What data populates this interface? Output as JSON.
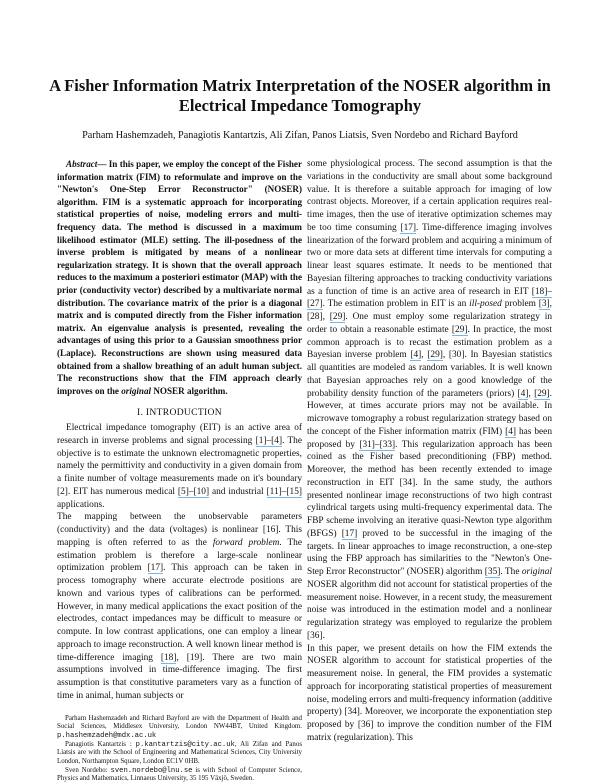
{
  "title": "A Fisher Information Matrix Interpretation of the NOSER algorithm in Electrical Impedance Tomography",
  "authors": "Parham Hashemzadeh, Panagiotis Kantartzis, Ali Zifan, Panos Liatsis, Sven Nordebo and Richard Bayford",
  "abstract": {
    "lead": "Abstract",
    "text": "— In this paper, we employ the concept of the Fisher information matrix (FIM) to reformulate and improve on the \"Newton's One-Step Error Reconstructor\" (NOSER) algorithm. FIM is a systematic approach for incorporating statistical properties of noise, modeling errors and multi-frequency data. The method is discussed in a maximum likelihood estimator (MLE) setting. The ill-posedness of the inverse problem is mitigated by means of a nonlinear regularization strategy. It is shown that the overall approach reduces to the maximum a posteriori estimator (MAP) with the prior (conductivity vector) described by a multivariate normal distribution. The covariance matrix of the prior is a diagonal matrix and is computed directly from the Fisher information matrix. An eigenvalue analysis is presented, revealing the advantages of using this prior to a Gaussian smoothness prior (Laplace). Reconstructions are shown using measured data obtained from a shallow breathing of an adult human subject. The reconstructions show that the FIM approach clearly improves on the ",
    "italic": "original",
    "tail": " NOSER algorithm."
  },
  "section_heading": "I. INTRODUCTION",
  "left_paragraphs": [
    {
      "indent": true,
      "segs": [
        {
          "t": "Electrical impedance tomography (EIT) is an active area of research in inverse problems and signal processing "
        },
        {
          "r": "[1]–[4]"
        },
        {
          "t": ". The objective is to estimate the unknown electromagnetic properties, namely the permittivity and conductivity in a given domain from a finite number of voltage measurements made on it's boundary [2]. EIT has numerous medical "
        },
        {
          "r": "[5]–[10]"
        },
        {
          "t": " and industrial "
        },
        {
          "r": "[11]–[15]"
        },
        {
          "t": " applications."
        }
      ]
    },
    {
      "indent": false,
      "segs": [
        {
          "t": "The mapping between the unobservable parameters (conductivity) and the data (voltages) is nonlinear [16]. This mapping is often referred to as the "
        },
        {
          "i": "forward problem"
        },
        {
          "t": ". The estimation problem is therefore a large-scale nonlinear optimization problem "
        },
        {
          "r": "[17]"
        },
        {
          "t": ". This approach can be taken in process tomography where accurate electrode positions are known and various types of calibrations can be performed. However, in many medical applications the exact position of the electrodes, contact impedances may be difficult to measure or compute. In low contrast applications, one can employ a linear approach to image reconstruction. A well known linear method is time-difference imaging "
        },
        {
          "r": "[18]"
        },
        {
          "t": ", [19]. There are two main assumptions involved in time-difference imaging. The first assumption is that constitutive parameters vary as a function of time in animal, human subjects or"
        }
      ]
    }
  ],
  "right_paragraphs": [
    {
      "indent": false,
      "segs": [
        {
          "t": "some physiological process. The second assumption is that the variations in the conductivity are small about some background value. It is therefore a suitable approach for imaging of low contrast objects. Moreover, if a certain application requires real-time images, then the use of iterative optimization schemes may be too time consuming "
        },
        {
          "r": "[17]"
        },
        {
          "t": ". Time-difference imaging involves linearization of the forward problem and acquiring a minimum of two or more data sets at different time intervals for computing a linear least squares estimate. It needs to be mentioned that Bayesian filtering approaches to tracking conductivity variations as a function of time is an active area of research in EIT "
        },
        {
          "r": "[18]–[27]"
        },
        {
          "t": ". The estimation problem in EIT is an "
        },
        {
          "i": "ill-posed"
        },
        {
          "t": " problem "
        },
        {
          "r": "[3]"
        },
        {
          "t": ", [28], "
        },
        {
          "r": "[29]"
        },
        {
          "t": ". One must employ some regularization strategy in order to obtain a reasonable estimate "
        },
        {
          "r": "[29]"
        },
        {
          "t": ". In practice, the most common approach is to recast the estimation problem as a Bayesian inverse problem "
        },
        {
          "r": "[4]"
        },
        {
          "t": ", "
        },
        {
          "r": "[29]"
        },
        {
          "t": ", [30]. In Bayesian statistics all quantities are modeled as random variables. It is well known that Bayesian approaches rely on a good knowledge of the probability density function of the parameters (priors) "
        },
        {
          "r": "[4]"
        },
        {
          "t": ", "
        },
        {
          "r": "[29]"
        },
        {
          "t": ". However, at times accurate priors may not be available. In microwave tomography a robust regularization strategy based on the concept of the Fisher information matrix (FIM) "
        },
        {
          "r": "[4]"
        },
        {
          "t": " has been proposed by "
        },
        {
          "r": "[31]–[33]"
        },
        {
          "t": ". This regularization approach has been coined as the Fisher based preconditioning (FBP) method. Moreover, the method has been recently extended to image reconstruction in EIT [34]. In the same study, the authors presented nonlinear image reconstructions of two high contrast cylindrical targets using multi-frequency experimental data. The FBP scheme involving an iterative quasi-Newton type algorithm (BFGS) "
        },
        {
          "r": "[17]"
        },
        {
          "t": " proved to be successful in the imaging of the targets. In linear approaches to image reconstruction, a one-step using the FBP approach has similarities to the \"Newton's One-Step Error Reconstructor\" (NOSER) algorithm "
        },
        {
          "r": "[35]"
        },
        {
          "t": ". The "
        },
        {
          "i": "original"
        },
        {
          "t": " NOSER algorithm did not account for statistical properties of the measurement noise. However, in a recent study, the measurement noise was introduced in the estimation model and a nonlinear regularization strategy was employed to regularize the problem [36]."
        }
      ]
    },
    {
      "indent": false,
      "segs": [
        {
          "t": "In this paper, we present details on how the FIM extends the NOSER algorithm to account for statistical properties of the measurement noise. In general, the FIM provides a systematic approach for incorporating statistical properties of measurement noise, modeling errors and multi-frequency information (additive property) [34]. Moreover, we incorporate the exponentiation step proposed by [36] to improve the condition number of the FIM matrix (regularization). This"
        }
      ]
    }
  ],
  "footnotes": [
    [
      {
        "t": "Parham Hashemzadeh and Richard Bayford are with the Department of Health and Social Sciences, Middlesex University, London NW44BT, United Kingdom. "
      },
      {
        "m": "p.hashemzadeh@mdx.ac.uk"
      }
    ],
    [
      {
        "t": "Panagiotis Kantartzis : "
      },
      {
        "m": "p.kantartzis@city.ac.uk"
      },
      {
        "t": ", Ali Zifan and Panos Liatsis are with the School of Engineering and Mathematical Sciences, City University London, Northampton Square, London EC1V 0HB."
      }
    ],
    [
      {
        "t": "Sven Nordebo: "
      },
      {
        "m": "sven.nordebo@lnu.se"
      },
      {
        "t": " is with School of Computer Science, Physics and Mathematics, Linnaeus University, 35 195 Växjö, Sweden."
      }
    ]
  ],
  "colors": {
    "citation_underline": "#79b6e6",
    "text": "#111111"
  }
}
